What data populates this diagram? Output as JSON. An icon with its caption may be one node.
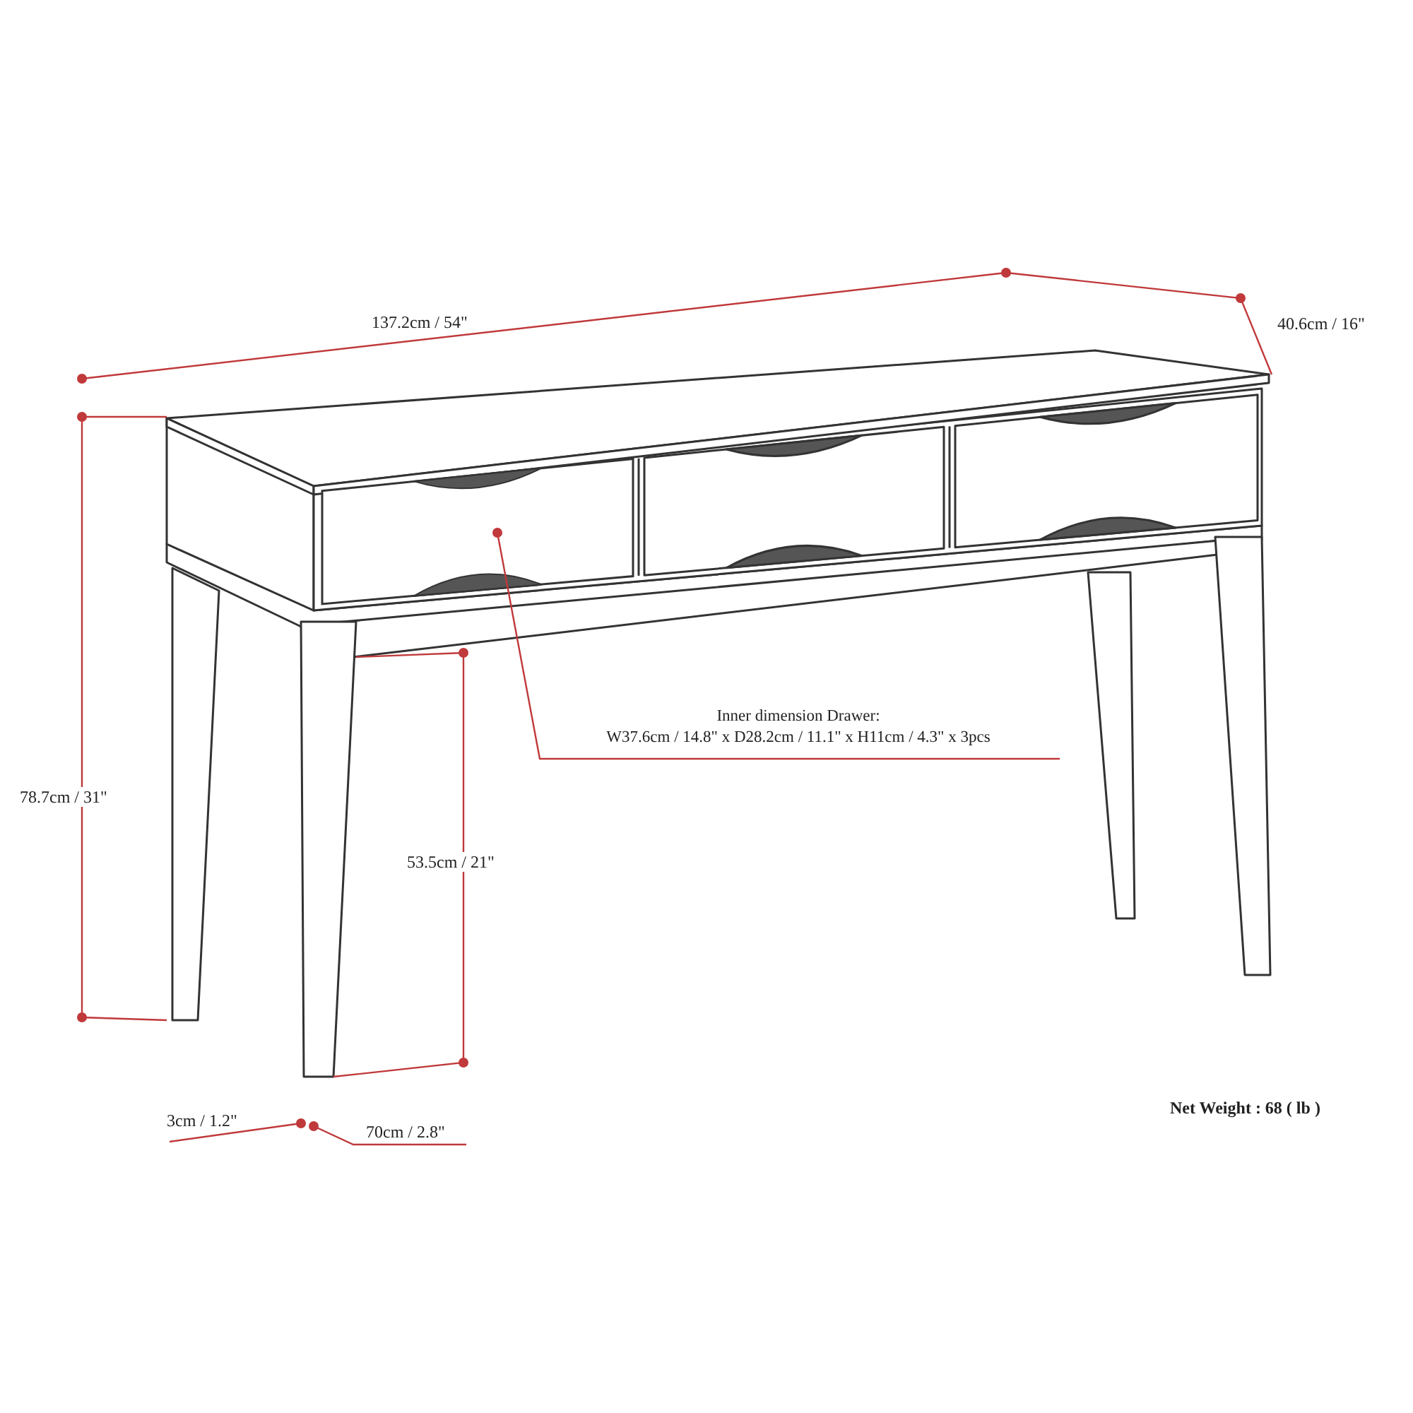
{
  "diagram": {
    "nodes": [
      {
        "text": [
          "Inner dimension Drawer:",
          "W37.6cm / 14.8\" x D28.2cm / 11.1\" x H11cm / 4.3\" x 3pcs"
        ]
      },
      {
        "text": [],
        "shape": "box"
      }
    ],
    "edges": [
      {
        "from": 0,
        "to": 1,
        "arrow": "other"
      }
    ],
    "labels": [
      "137.2cm / 54\"",
      "40.6cm / 16\"",
      "78.7cm / 31\"",
      "53.5cm / 21\"",
      "3cm / 1.2\"",
      "70cm / 2.8\"",
      "Net Weight : 68 ( lb )"
    ]
  }
}
